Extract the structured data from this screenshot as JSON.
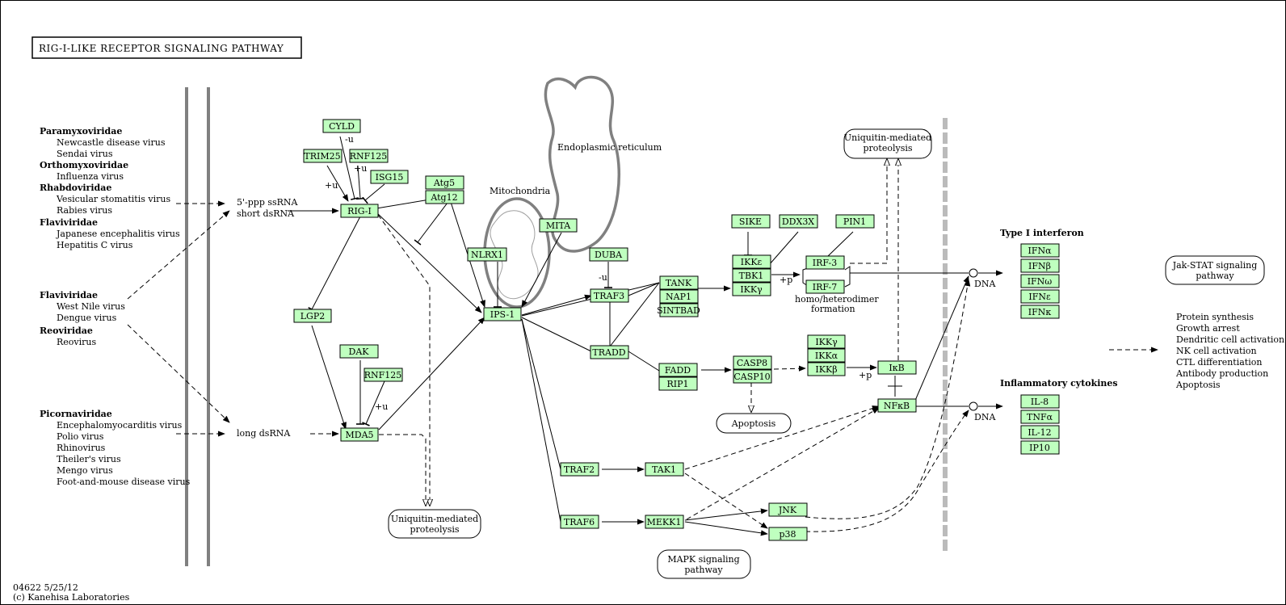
{
  "title": "RIG-I-LIKE RECEPTOR SIGNALING PATHWAY",
  "footer": {
    "id_date": "04622 5/25/12",
    "copyright": "(c) Kanehisa Laboratories"
  },
  "viruses": {
    "paramyxo": "Paramyxoviridae",
    "newcastle": "Newcastle disease virus",
    "sendai": "Sendai virus",
    "orthomyxo": "Orthomyxoviridae",
    "influenza": "Influenza virus",
    "rhabdo": "Rhabdoviridae",
    "vsv": "Vesicular stomatitis virus",
    "rabies": "Rabies virus",
    "flavi1": "Flaviviridae",
    "jev": "Japanese encephalitis virus",
    "hcv": "Hepatitis C virus",
    "flavi2": "Flaviviridae",
    "wnv": "West Nile virus",
    "dengue": "Dengue virus",
    "reo": "Reoviridae",
    "reovirus": "Reovirus",
    "picorna": "Picornaviridae",
    "emcv": "Encephalomyocarditis virus",
    "polio": "Polio virus",
    "rhino": "Rhinovirus",
    "theiler": "Theiler's virus",
    "mengo": "Mengo virus",
    "fmd": "Foot-and-mouse disease virus"
  },
  "ligands": {
    "ssrna": "5'-ppp ssRNA",
    "dsrna_short": "short dsRNA",
    "dsrna_long": "long dsRNA"
  },
  "genes": {
    "cyld": "CYLD",
    "trim25": "TRIM25",
    "rnf125a": "RNF125",
    "isg15": "ISG15",
    "rigi": "RIG-I",
    "atg5": "Atg5",
    "atg12": "Atg12",
    "mita": "MITA",
    "nlrx1": "NLRX1",
    "ips1": "IPS-1",
    "lgp2": "LGP2",
    "dak": "DAK",
    "rnf125b": "RNF125",
    "mda5": "MDA5",
    "duba": "DUBA",
    "traf3": "TRAF3",
    "tradd": "TRADD",
    "tank": "TANK",
    "nap1": "NAP1",
    "sintbad": "SINTBAD",
    "sike": "SIKE",
    "ddx3x": "DDX3X",
    "pin1": "PIN1",
    "ikke": "IKKε",
    "tbk1": "TBK1",
    "ikkg1": "IKKγ",
    "irf3": "IRF-3",
    "irf7": "IRF-7",
    "fadd": "FADD",
    "rip1": "RIP1",
    "casp8": "CASP8",
    "casp10": "CASP10",
    "ikkg2": "IKKγ",
    "ikka": "IKKα",
    "ikkb": "IKKβ",
    "ikb": "IκB",
    "nfkb": "NFκB",
    "traf2": "TRAF2",
    "tak1": "TAK1",
    "traf6": "TRAF6",
    "mekk1": "MEKK1",
    "jnk": "JNK",
    "p38": "p38",
    "ifna": "IFNα",
    "ifnb": "IFNβ",
    "ifnw": "IFNω",
    "ifne": "IFNε",
    "ifnk": "IFNκ",
    "il8": "IL-8",
    "tnfa": "TNFα",
    "il12": "IL-12",
    "ip10": "IP10"
  },
  "compartments": {
    "er": "Endoplasmic reticulum",
    "mito": "Mitochondria"
  },
  "modifiers": {
    "minus_u1": "-u",
    "plus_u1": "+u",
    "plus_u2": "+u",
    "plus_u3": "+u",
    "minus_u2": "-u",
    "plus_p1": "+p",
    "plus_p2": "+p"
  },
  "annotations": {
    "homo": "homo/heterodimer",
    "formation": "formation",
    "dna1": "DNA",
    "dna2": "DNA",
    "type1": "Type I interferon",
    "inflam": "Inflammatory cytokines"
  },
  "pathways": {
    "ub_top_1": "Uniquitin-mediated",
    "ub_top_2": "proteolysis",
    "ub_bot_1": "Uniquitin-mediated",
    "ub_bot_2": "proteolysis",
    "apoptosis": "Apoptosis",
    "mapk_1": "MAPK signaling",
    "mapk_2": "pathway",
    "jak_1": "Jak-STAT signaling",
    "jak_2": "pathway"
  },
  "outcomes": [
    "Protein synthesis",
    "Growth arrest",
    "Dendritic cell activation",
    "NK cell activation",
    "CTL differentiation",
    "Antibody production",
    "Apoptosis"
  ]
}
